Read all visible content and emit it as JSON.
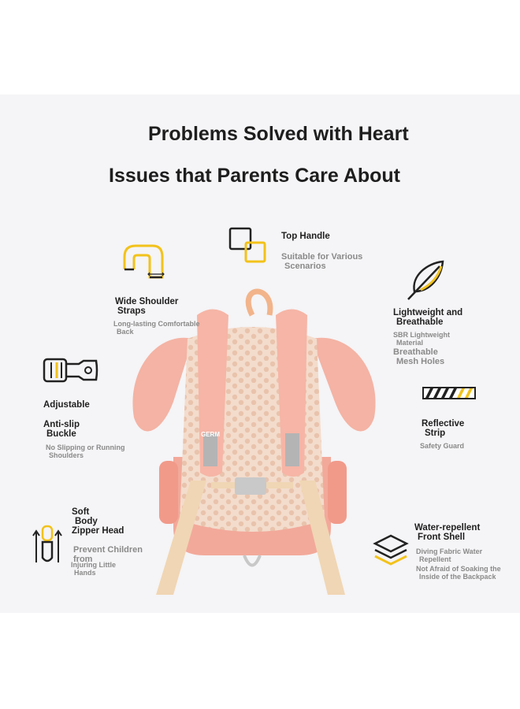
{
  "headline": {
    "line1": "Problems Solved with Heart",
    "line2": "Issues that Parents Care About"
  },
  "features": {
    "top_handle": {
      "title": "Top Handle",
      "desc": [
        "Suitable for Various",
        "Scenarios"
      ]
    },
    "wide_straps": {
      "title": [
        "Wide Shoulder",
        "Straps"
      ],
      "desc": [
        "Long-lasting Comfortable",
        "Back"
      ]
    },
    "lightweight": {
      "title": [
        "Lightweight and",
        "Breathable"
      ],
      "desc": [
        "SBR Lightweight",
        "Material"
      ],
      "desc2": [
        "Breathable",
        "Mesh Holes"
      ]
    },
    "buckle": {
      "title1": "Adjustable",
      "title2": [
        "Anti-slip",
        "Buckle"
      ],
      "desc": [
        "No Slipping or Running",
        "Shoulders"
      ]
    },
    "reflective": {
      "title": [
        "Reflective",
        "Strip"
      ],
      "desc": "Safety Guard"
    },
    "zipper": {
      "title": [
        "Soft",
        "Body",
        "Zipper Head"
      ],
      "desc": [
        "Prevent Children",
        "from"
      ],
      "desc2": [
        "Injuring Little",
        "Hands"
      ]
    },
    "water": {
      "title": [
        "Water-repellent",
        "Front Shell"
      ],
      "desc": [
        "Diving Fabric Water",
        "Repellent"
      ],
      "desc2": [
        "Not Afraid of Soaking the",
        "Inside of the Backpack"
      ]
    }
  },
  "product": {
    "brand_tag": "GERM"
  },
  "colors": {
    "accent_yellow": "#f2c21a",
    "bag_pink": "#f2a99a",
    "strap_beige": "#f0d6b4"
  }
}
